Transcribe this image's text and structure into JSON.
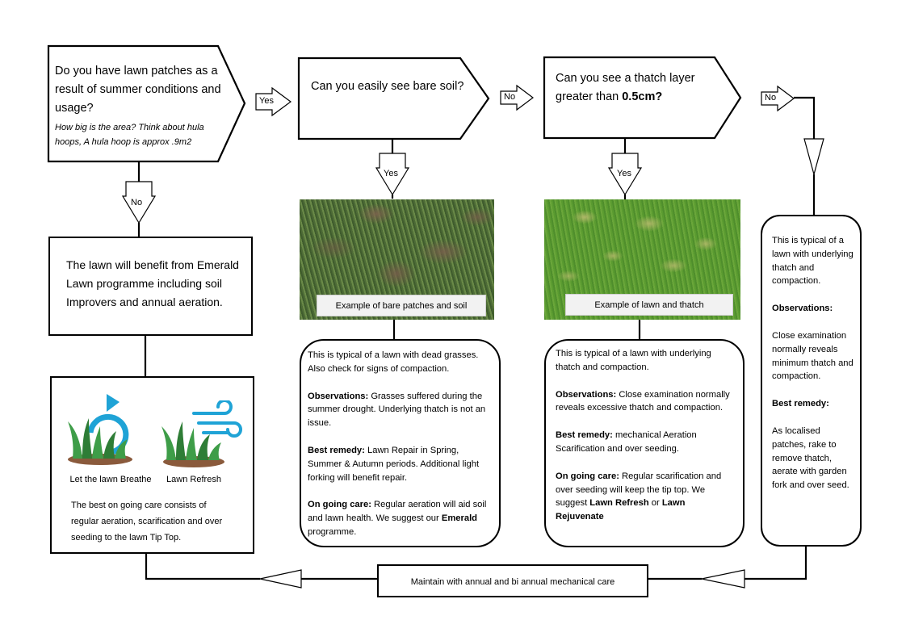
{
  "q1": {
    "text": "Do you have lawn patches as a result of summer conditions and usage?",
    "note": "How big is the area?  Think about hula hoops, A hula hoop is approx  .9m2"
  },
  "q2": {
    "text": "Can you easily see bare soil?"
  },
  "q3": {
    "text_prefix": "Can you see a thatch layer greater than ",
    "text_bold": "0.5cm?"
  },
  "arrows": {
    "yes": "Yes",
    "no": "No"
  },
  "emerald_box": {
    "text": "The lawn will  benefit from Emerald Lawn programme including soil Improvers and annual aeration."
  },
  "care_box": {
    "label_breathe": "Let the lawn Breathe",
    "label_refresh": "Lawn Refresh",
    "text": "The best on going care consists of regular aeration, scarification and over seeding to the lawn Tip Top."
  },
  "photo1": {
    "caption": "Example of bare patches and soil"
  },
  "photo2": {
    "caption": "Example of lawn and thatch"
  },
  "card1": {
    "intro": "This is typical of a lawn with dead grasses. Also check for signs of compaction.",
    "obs_label": "Observations:",
    "obs_text": " Grasses suffered during the summer drought. Underlying thatch is not an issue.",
    "remedy_label": "Best remedy:",
    "remedy_text": "  Lawn Repair in Spring, Summer & Autumn periods. Additional light forking will benefit repair.",
    "care_label": "On going care:",
    "care_text": " Regular aeration will aid soil and lawn health. We suggest our ",
    "care_bold": "Emerald",
    "care_end": " programme."
  },
  "card2": {
    "intro": "This is typical of a lawn with underlying thatch and compaction.",
    "obs_label": "Observations:",
    "obs_text": "  Close examination normally reveals excessive thatch and compaction.",
    "remedy_label": "Best remedy:",
    "remedy_text": "  mechanical Aeration Scarification and over seeding.",
    "care_label": "On going care:",
    "care_text": " Regular scarification and over seeding will keep the tip top. We suggest ",
    "care_bold1": "Lawn Refresh",
    "care_mid": " or ",
    "care_bold2": "Lawn Rejuvenate"
  },
  "card3": {
    "intro": "This is typical of a lawn with underlying thatch and compaction.",
    "obs_label": "Observations:",
    "obs_text": "Close examination normally reveals minimum thatch and compaction.",
    "remedy_label": "Best remedy:",
    "remedy_text": "As localised patches, rake to remove thatch, aerate with garden fork and over seed."
  },
  "maintain": {
    "text": "Maintain with annual and bi annual mechanical care"
  },
  "colors": {
    "line": "#000000",
    "grass": "#3e9d48",
    "grass_dark": "#2e7d36",
    "soil": "#8a5a3c",
    "accent_blue": "#1fa3d6"
  }
}
